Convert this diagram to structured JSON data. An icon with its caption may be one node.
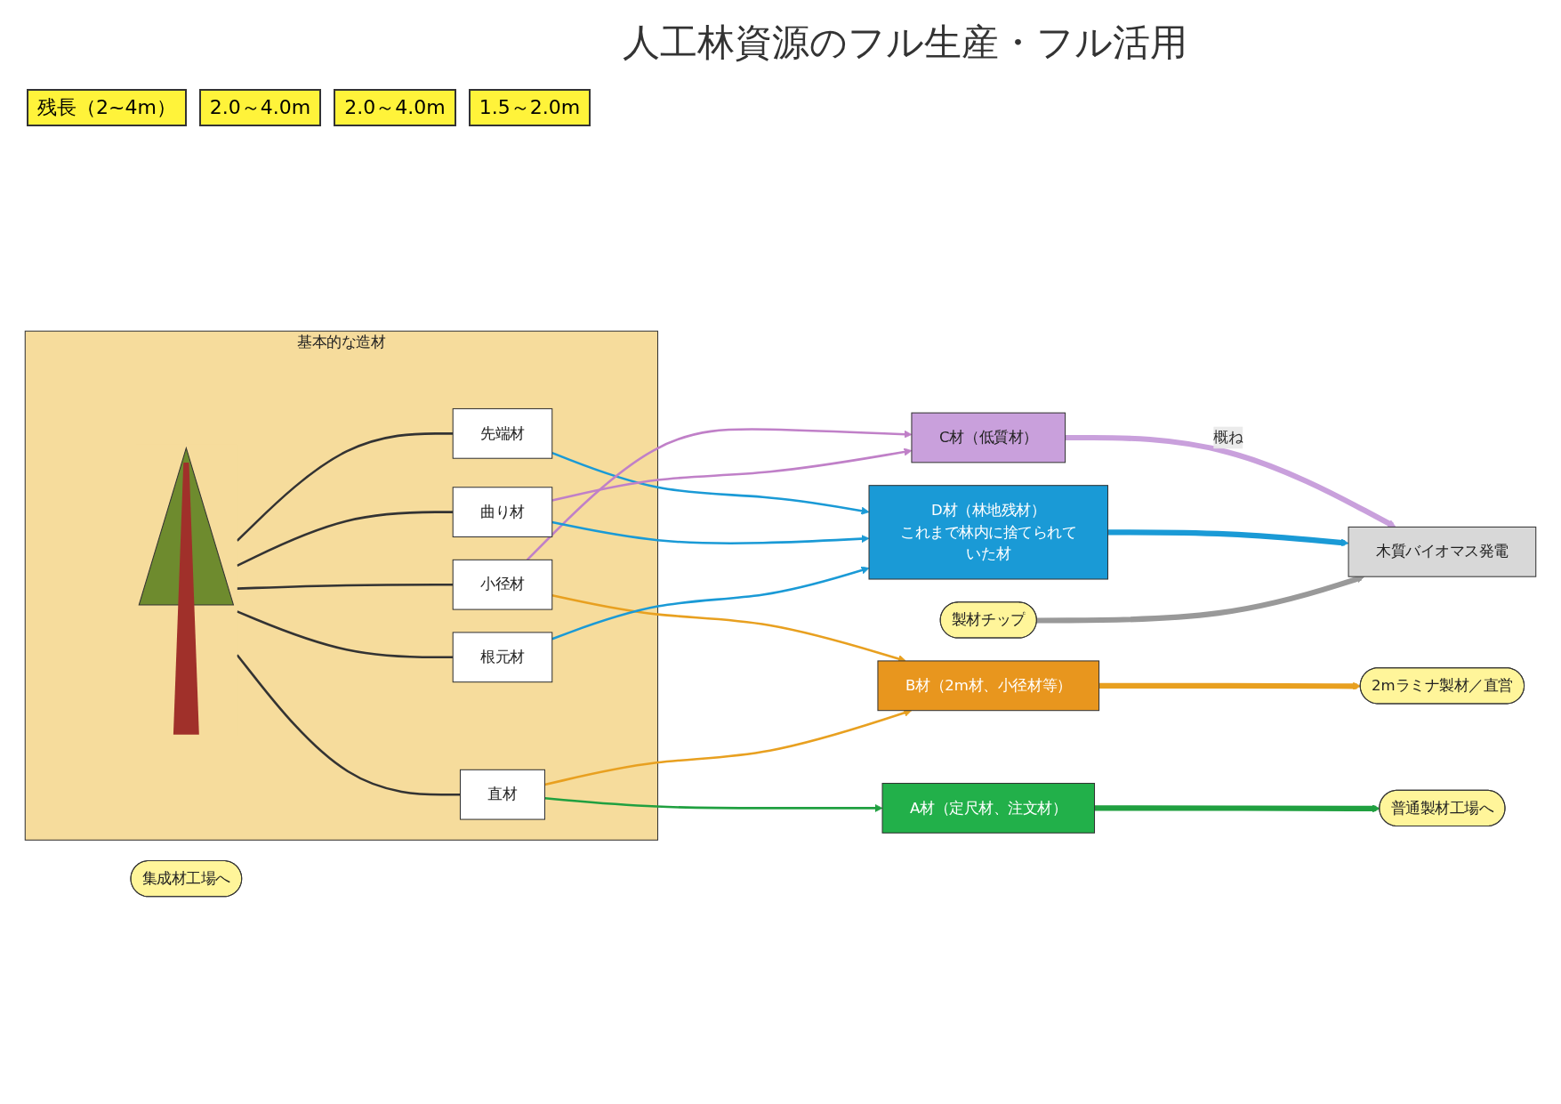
{
  "diagram": {
    "title": "人工林資源のフル生産・フル活用",
    "nodes": [
      {
        "text": [
          "基本的な造材"
        ]
      },
      {
        "text": [],
        "shape": "picture",
        "in": 0
      },
      {
        "text": [
          "先端材"
        ],
        "in": 0
      },
      {
        "text": [
          "小径材"
        ],
        "in": 0
      },
      {
        "text": [
          "直材"
        ],
        "in": 0
      },
      {
        "text": [
          "曲り材"
        ],
        "in": 0
      },
      {
        "text": [
          "根元材"
        ],
        "in": 0
      },
      {
        "text": [
          "A材（定尺材、注文材）"
        ]
      },
      {
        "text": [
          "B材（2m材、小径材等）"
        ]
      },
      {
        "text": [
          "C材（低質材）"
        ]
      },
      {
        "text": [
          "D材（林地残材）",
          "これまで林内に捨てられていた材"
        ]
      },
      {
        "text": [
          "普通製材工場へ"
        ]
      },
      {
        "text": [
          "2mラミナ製材／直営"
        ]
      },
      {
        "text": [
          "集成材工場へ"
        ]
      },
      {
        "text": [
          "製材チップ"
        ]
      },
      {
        "text": [
          "木質バイオマス発電"
        ]
      }
    ],
    "edges": [
      {
        "from": 2,
        "to": 1,
        "arrow": "none"
      },
      {
        "from": 3,
        "to": 1,
        "arrow": "none"
      },
      {
        "from": 4,
        "to": 1,
        "arrow": "none"
      },
      {
        "from": 5,
        "to": 1,
        "arrow": "none"
      },
      {
        "from": 6,
        "to": 1,
        "arrow": "none"
      },
      {
        "from": 2,
        "to": 10,
        "arrow": "to",
        "color": "#1a9ad6"
      },
      {
        "from": 3,
        "to": 8,
        "arrow": "to",
        "color": "#e8a020"
      },
      {
        "from": 3,
        "to": 9,
        "arrow": "to",
        "color": "#c080c8"
      },
      {
        "from": 4,
        "to": 7,
        "arrow": "to",
        "color": "#20a040"
      },
      {
        "from": 4,
        "to": 8,
        "arrow": "to",
        "color": "#e8a020"
      },
      {
        "from": 5,
        "to": 9,
        "arrow": "to",
        "color": "#c080c8"
      },
      {
        "from": 5,
        "to": 10,
        "arrow": "to",
        "color": "#1a9ad6"
      },
      {
        "from": 6,
        "to": 10,
        "arrow": "to",
        "color": "#1a9ad6"
      },
      {
        "from": 7,
        "to": 11,
        "arrow": "to",
        "style": "thick",
        "color": "#20a040"
      },
      {
        "from": 8,
        "to": 12,
        "arrow": "to",
        "style": "thick",
        "color": "#e8a020"
      },
      {
        "from": 9,
        "to": 15,
        "arrow": "to",
        "label": "概ね",
        "style": "thick",
        "color": "#c9a0dc"
      },
      {
        "from": 10,
        "to": 15,
        "arrow": "to",
        "style": "thick",
        "color": "#1a9ad6"
      },
      {
        "from": 14,
        "to": 15,
        "arrow": "to",
        "style": "thick",
        "color": "#999999"
      }
    ],
    "labels": [
      "残長（2~4m）",
      "2.0～4.0m",
      "2.0～4.0m",
      "1.5～2.0m"
    ]
  }
}
